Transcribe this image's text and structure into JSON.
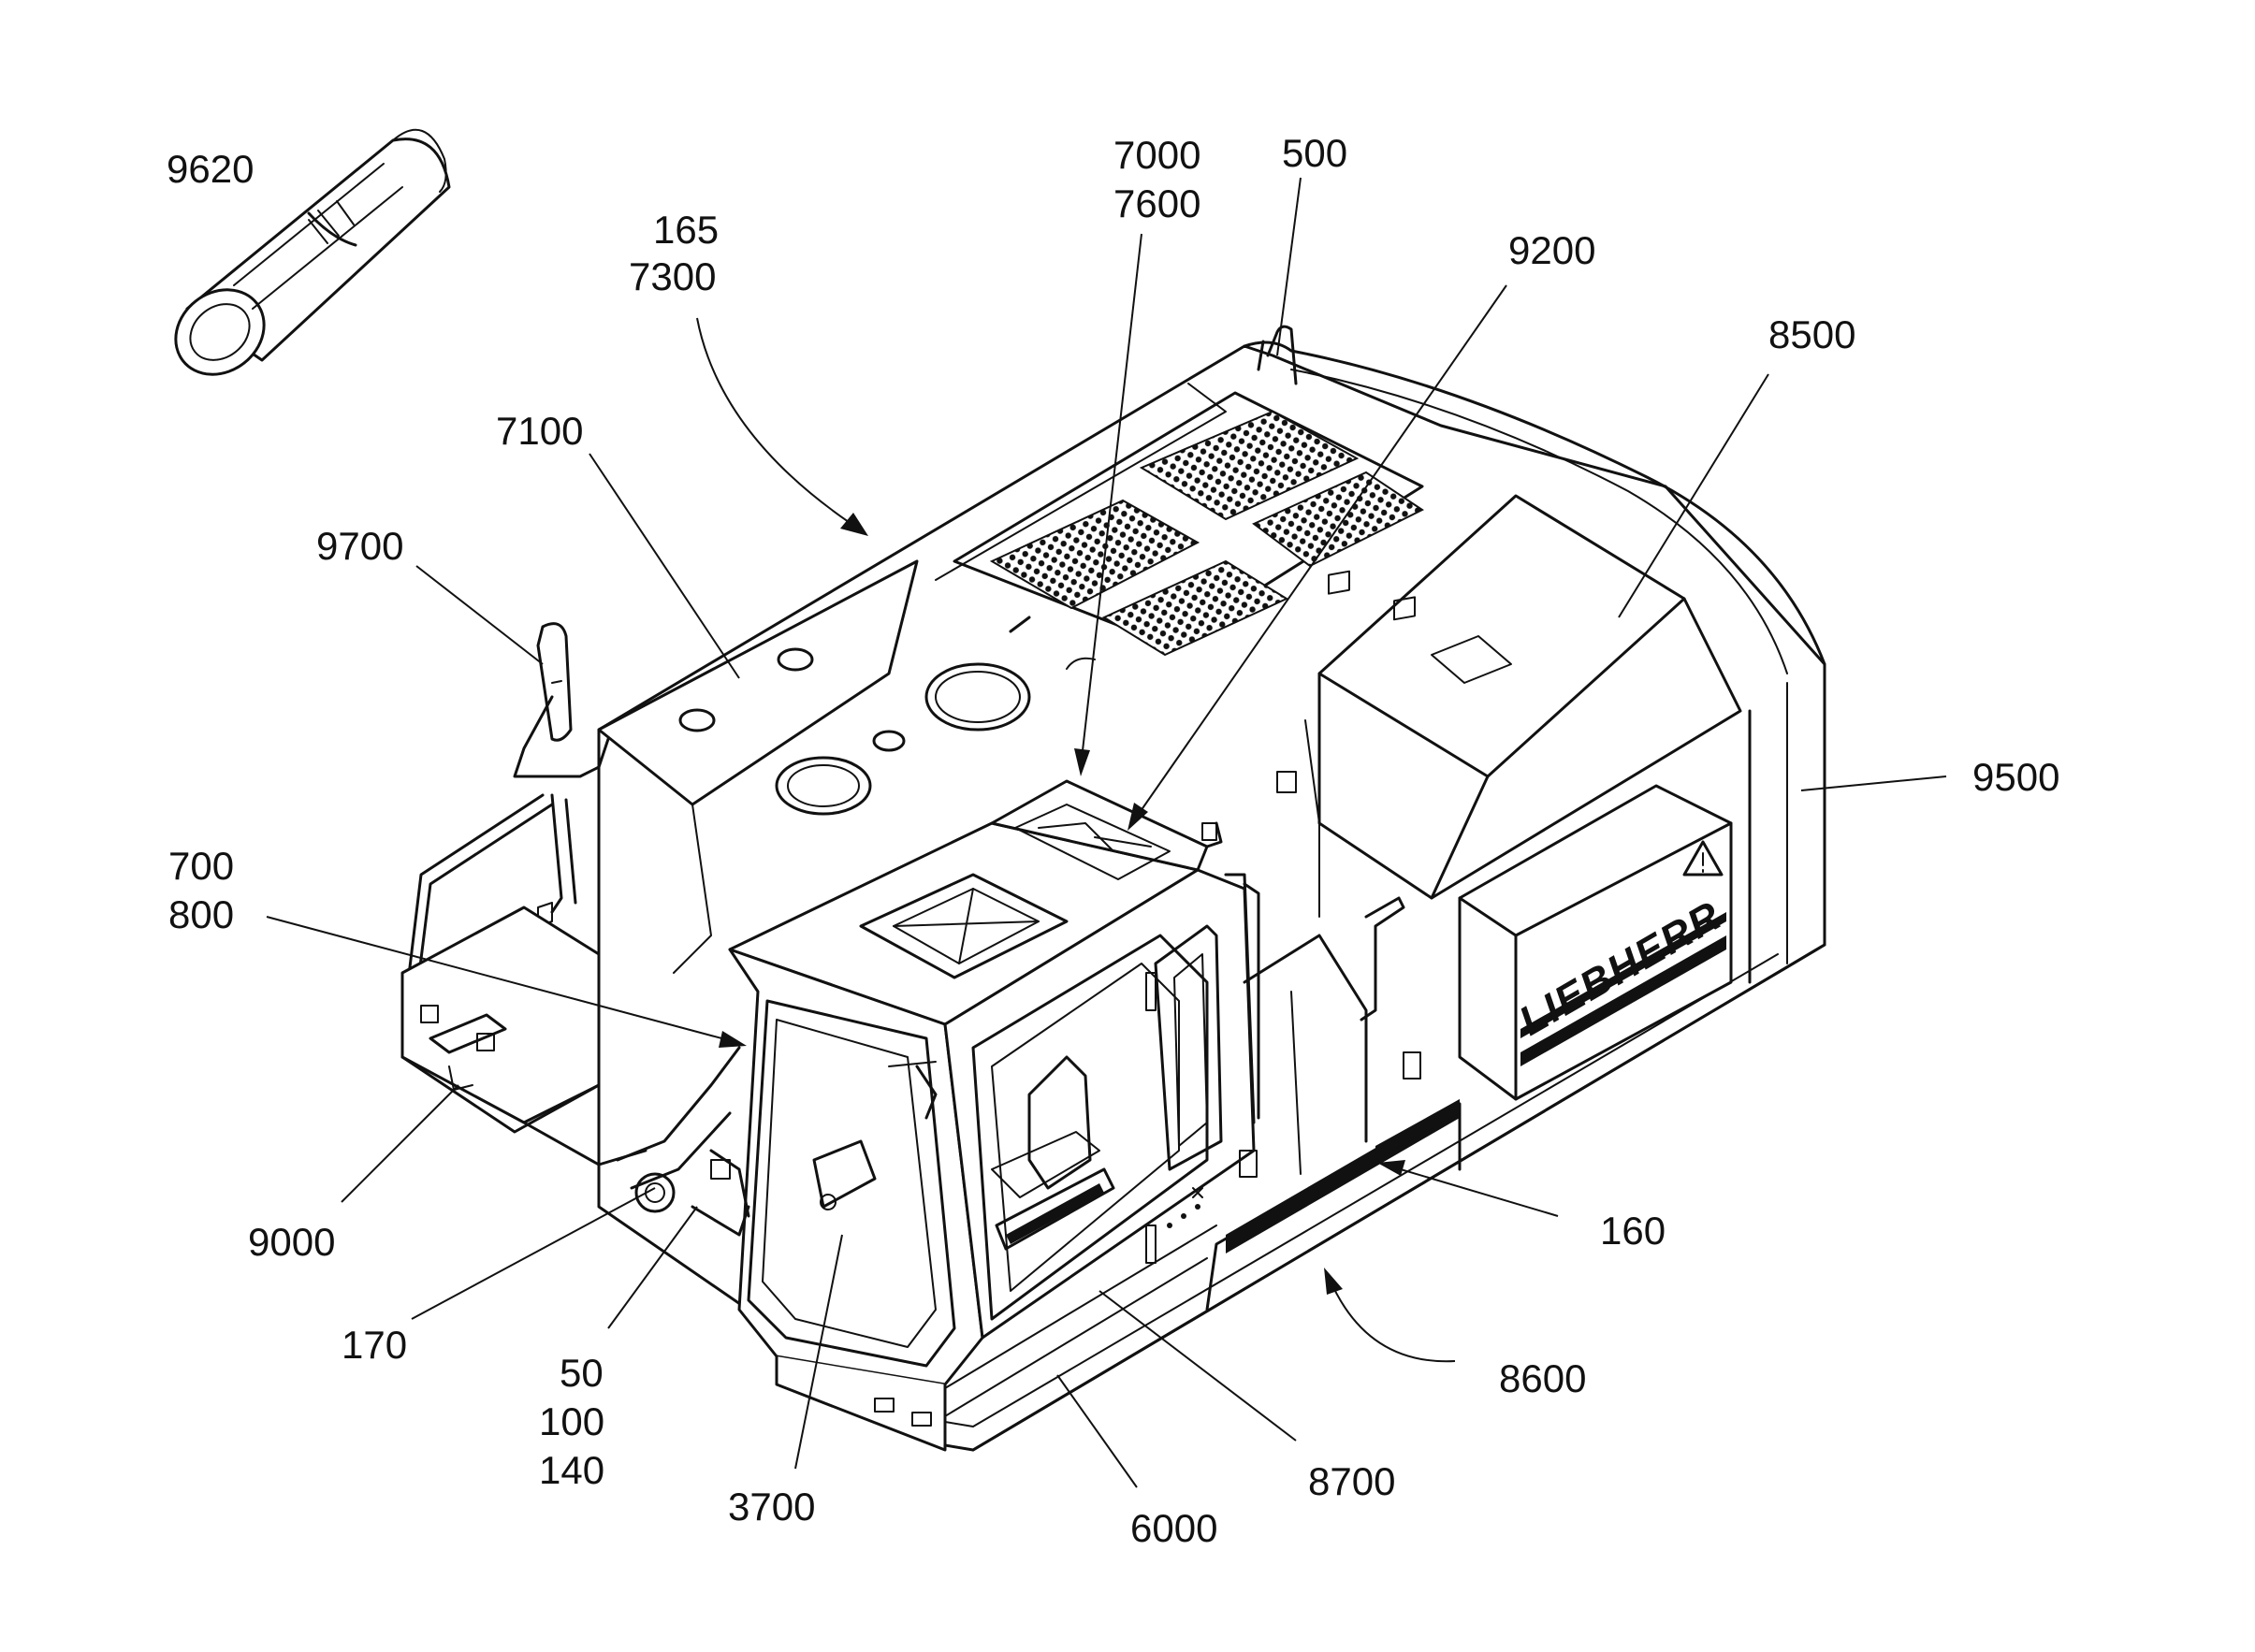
{
  "labels": {
    "l9620": "9620",
    "l165": "165",
    "l7300": "7300",
    "l7000": "7000",
    "l7600": "7600",
    "l500": "500",
    "l9200": "9200",
    "l8500": "8500",
    "l7100": "7100",
    "l9700": "9700",
    "l9500": "9500",
    "l700": "700",
    "l800": "800",
    "l160": "160",
    "l9000": "9000",
    "l170": "170",
    "l50": "50",
    "l100": "100",
    "l140": "140",
    "l8600": "8600",
    "l3700": "3700",
    "l6000": "6000",
    "l8700": "8700"
  },
  "brand": {
    "logo_text": "LIEBHERR"
  }
}
